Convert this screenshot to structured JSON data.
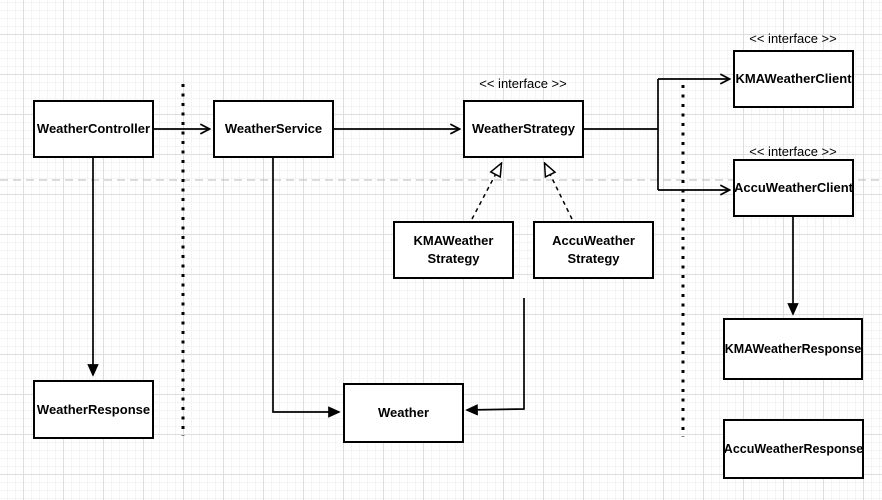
{
  "diagram": {
    "type": "uml-class-diagram",
    "stereotype_label": "<< interface >>",
    "colors": {
      "background": "#ffffff",
      "grid_minor": "#f4f4f4",
      "grid_major": "#dedede",
      "shape_fill": "#ffffff",
      "shape_stroke": "#000000",
      "edge_stroke": "#000000",
      "page_divider": "#b9b9b9"
    }
  },
  "nodes": [
    {
      "id": "weather-controller",
      "label": "WeatherController"
    },
    {
      "id": "weather-service",
      "label": "WeatherService"
    },
    {
      "id": "weather-strategy",
      "label": "WeatherStrategy",
      "stereotype": "<< interface >>"
    },
    {
      "id": "kma-weather-client",
      "label": "KMAWeatherClient",
      "stereotype": "<< interface >>"
    },
    {
      "id": "accu-weather-client",
      "label": "AccuWeatherClient",
      "stereotype": "<< interface >>"
    },
    {
      "id": "kma-weather-strategy",
      "label": "KMAWeather\nStrategy"
    },
    {
      "id": "accu-weather-strategy",
      "label": "AccuWeather\nStrategy"
    },
    {
      "id": "weather-response",
      "label": "WeatherResponse"
    },
    {
      "id": "weather",
      "label": "Weather"
    },
    {
      "id": "kma-weather-response",
      "label": "KMAWeatherResponse"
    },
    {
      "id": "accu-weather-response",
      "label": "AccuWeatherResponse"
    }
  ],
  "edges": [
    {
      "from": "weather-controller",
      "to": "weather-service",
      "style": "solid",
      "head": "open"
    },
    {
      "from": "weather-service",
      "to": "weather-strategy",
      "style": "solid",
      "head": "open"
    },
    {
      "from": "weather-strategy",
      "to": "kma-weather-client",
      "style": "solid",
      "head": "open"
    },
    {
      "from": "weather-strategy",
      "to": "accu-weather-client",
      "style": "solid",
      "head": "open"
    },
    {
      "from": "weather-controller",
      "to": "weather-response",
      "style": "solid",
      "head": "filled"
    },
    {
      "from": "weather-service",
      "to": "weather",
      "style": "solid",
      "head": "filled"
    },
    {
      "from": "strategies",
      "to": "weather",
      "style": "solid",
      "head": "filled"
    },
    {
      "from": "accu-weather-client",
      "to": "kma-weather-response",
      "style": "solid",
      "head": "filled"
    },
    {
      "from": "kma-weather-strategy",
      "to": "weather-strategy",
      "style": "dashed",
      "head": "hollow"
    },
    {
      "from": "accu-weather-strategy",
      "to": "weather-strategy",
      "style": "dashed",
      "head": "hollow"
    }
  ],
  "boundaries": [
    {
      "id": "boundary-left",
      "style": "dotted-vertical"
    },
    {
      "id": "boundary-right",
      "style": "dotted-vertical"
    },
    {
      "id": "page-divider",
      "style": "dashed-horizontal"
    }
  ]
}
